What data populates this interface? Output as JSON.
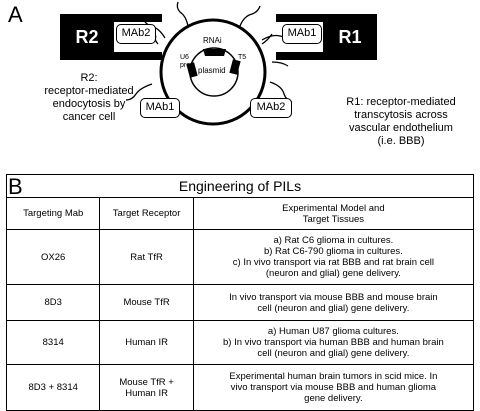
{
  "panel_a": {
    "letter": "A",
    "receptor_left": "R2",
    "receptor_right": "R1",
    "mab_left_top": "MAb2",
    "mab_right_top": "MAb1",
    "mab_bottom_left": "MAb1",
    "mab_bottom_right": "MAb2",
    "liposome": {
      "rnai": "RNAi",
      "promoter": "U6\npro",
      "t5": "T5",
      "plasmid": "plasmid"
    },
    "caption_left": "R2:\nreceptor-mediated\nendocytosis by\ncancer cell",
    "caption_right": "R1: receptor-mediated\ntranscytosis across\nvascular endothelium\n(i.e. BBB)"
  },
  "panel_b": {
    "letter": "B",
    "title": "Engineering of PILs",
    "headers": [
      "Targeting Mab",
      "Target Receptor",
      "Experimental Model and\nTarget Tissues"
    ],
    "rows": [
      {
        "mab": "OX26",
        "receptor": "Rat TfR",
        "model": "a) Rat C6 glioma in cultures.\nb) Rat C6-790 glioma in cultures.\nc) In vivo transport via rat BBB and rat brain cell\n(neuron and glial) gene delivery."
      },
      {
        "mab": "8D3",
        "receptor": "Mouse TfR",
        "model": "In vivo transport via mouse BBB and mouse brain\ncell (neuron and glial) gene delivery."
      },
      {
        "mab": "8314",
        "receptor": "Human IR",
        "model": "a) Human U87 glioma cultures.\nb) In vivo transport via human BBB and human brain\ncell (neuron and glial) gene delivery."
      },
      {
        "mab": "8D3 + 8314",
        "receptor": "Mouse TfR +\nHuman IR",
        "model": "Experimental human brain tumors in scid mice. In\nvivo transport via mouse BBB and human glioma\ngene delivery."
      }
    ]
  }
}
